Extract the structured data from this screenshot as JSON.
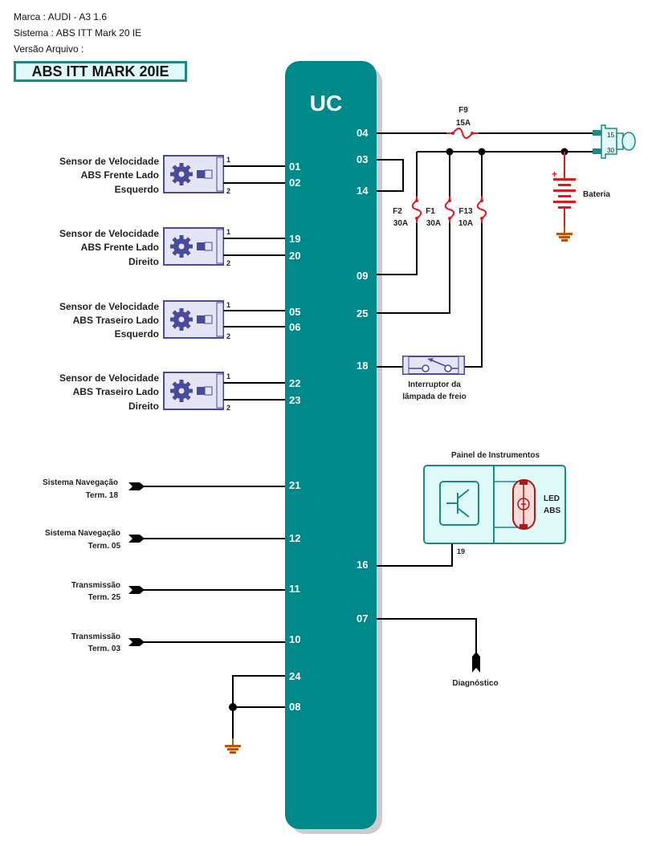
{
  "header": {
    "marca_label": "Marca   : AUDI - A3 1.6",
    "sistema_label": "Sistema : ABS ITT Mark 20 IE",
    "versao_label": "Versão Arquivo :",
    "title": "ABS ITT MARK 20IE"
  },
  "colors": {
    "uc_block": "#00898a",
    "wire": "#000000",
    "fuse": "#e0191b",
    "ground": "#c0520f",
    "sensor_fill": "#e4e4f4",
    "sensor_stroke": "#4a4a9a",
    "panel_fill": "#dffbf9",
    "panel_stroke": "#1a8a83"
  },
  "uc": {
    "label": "UC",
    "left_pins": [
      "01",
      "02",
      "19",
      "20",
      "05",
      "06",
      "22",
      "23",
      "21",
      "12",
      "11",
      "10",
      "24",
      "08"
    ],
    "right_pins": [
      "04",
      "03",
      "14",
      "09",
      "25",
      "18",
      "16",
      "07"
    ]
  },
  "sensors": [
    {
      "line1": "Sensor de Velocidade",
      "line2": "ABS Frente Lado",
      "line3": "Esquerdo",
      "pin1": "1",
      "pin2": "2",
      "uc_pins": [
        "01",
        "02"
      ]
    },
    {
      "line1": "Sensor de Velocidade",
      "line2": "ABS Frente Lado",
      "line3": "Direito",
      "pin1": "1",
      "pin2": "2",
      "uc_pins": [
        "19",
        "20"
      ]
    },
    {
      "line1": "Sensor de Velocidade",
      "line2": "ABS Traseiro Lado",
      "line3": "Esquerdo",
      "pin1": "1",
      "pin2": "2",
      "uc_pins": [
        "05",
        "06"
      ]
    },
    {
      "line1": "Sensor de Velocidade",
      "line2": "ABS Traseiro Lado",
      "line3": "Direito",
      "pin1": "1",
      "pin2": "2",
      "uc_pins": [
        "22",
        "23"
      ]
    }
  ],
  "external_connections": [
    {
      "line1": "Sistema Navegação",
      "line2": "Term. 18",
      "uc_pin": "21"
    },
    {
      "line1": "Sistema Navegação",
      "line2": "Term. 05",
      "uc_pin": "12"
    },
    {
      "line1": "Transmissão",
      "line2": "Term. 25",
      "uc_pin": "11"
    },
    {
      "line1": "Transmissão",
      "line2": "Term. 03",
      "uc_pin": "10"
    }
  ],
  "fuses": [
    {
      "name": "F9",
      "rating": "15A"
    },
    {
      "name": "F2",
      "rating": "30A"
    },
    {
      "name": "F1",
      "rating": "30A"
    },
    {
      "name": "F13",
      "rating": "10A"
    }
  ],
  "ignition": {
    "terminal_15": "15",
    "terminal_30": "30"
  },
  "battery": {
    "label": "Bateria",
    "plus": "+"
  },
  "brake_switch": {
    "line1": "Interruptor da",
    "line2": "lâmpada de freio"
  },
  "instrument_panel": {
    "title": "Painel de Instrumentos",
    "led_line1": "LED",
    "led_line2": "ABS",
    "pin": "19"
  },
  "diagnostic": {
    "label": "Diagnóstico"
  }
}
